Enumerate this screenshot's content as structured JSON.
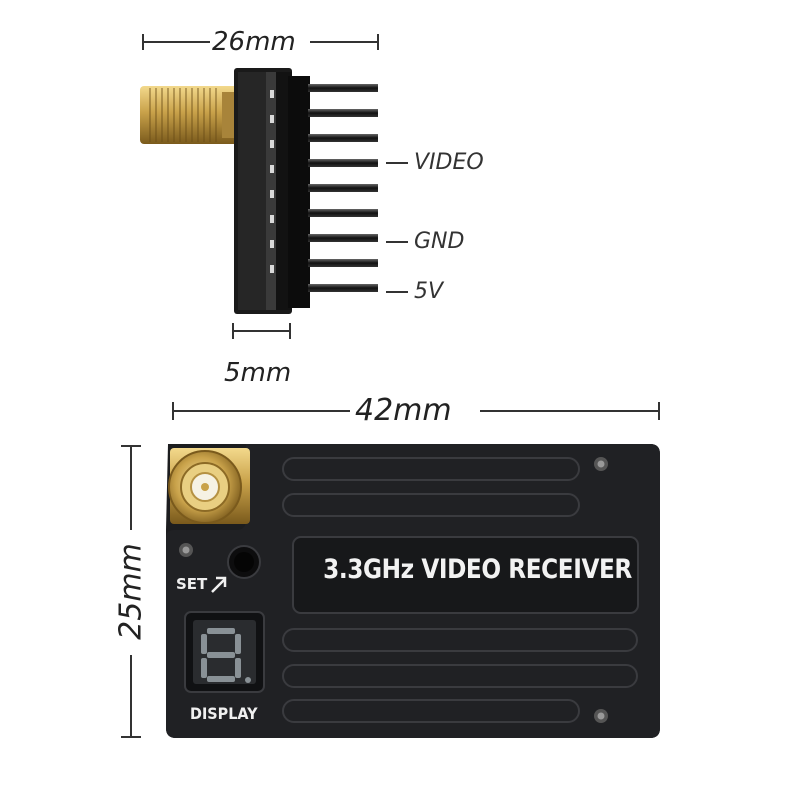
{
  "dimensions": {
    "side_width": "26mm",
    "side_depth": "5mm",
    "front_width": "42mm",
    "front_height": "25mm"
  },
  "pins": {
    "video": "VIDEO",
    "gnd": "GND",
    "v5": "5V"
  },
  "panel": {
    "title": "3.3GHz VIDEO RECEIVER",
    "set_label": "SET",
    "display_label": "DISPLAY",
    "display_digit": "8"
  },
  "colors": {
    "body": "#1c1d1f",
    "gold": "#c9a24a",
    "segment": "#9aa3a8"
  }
}
